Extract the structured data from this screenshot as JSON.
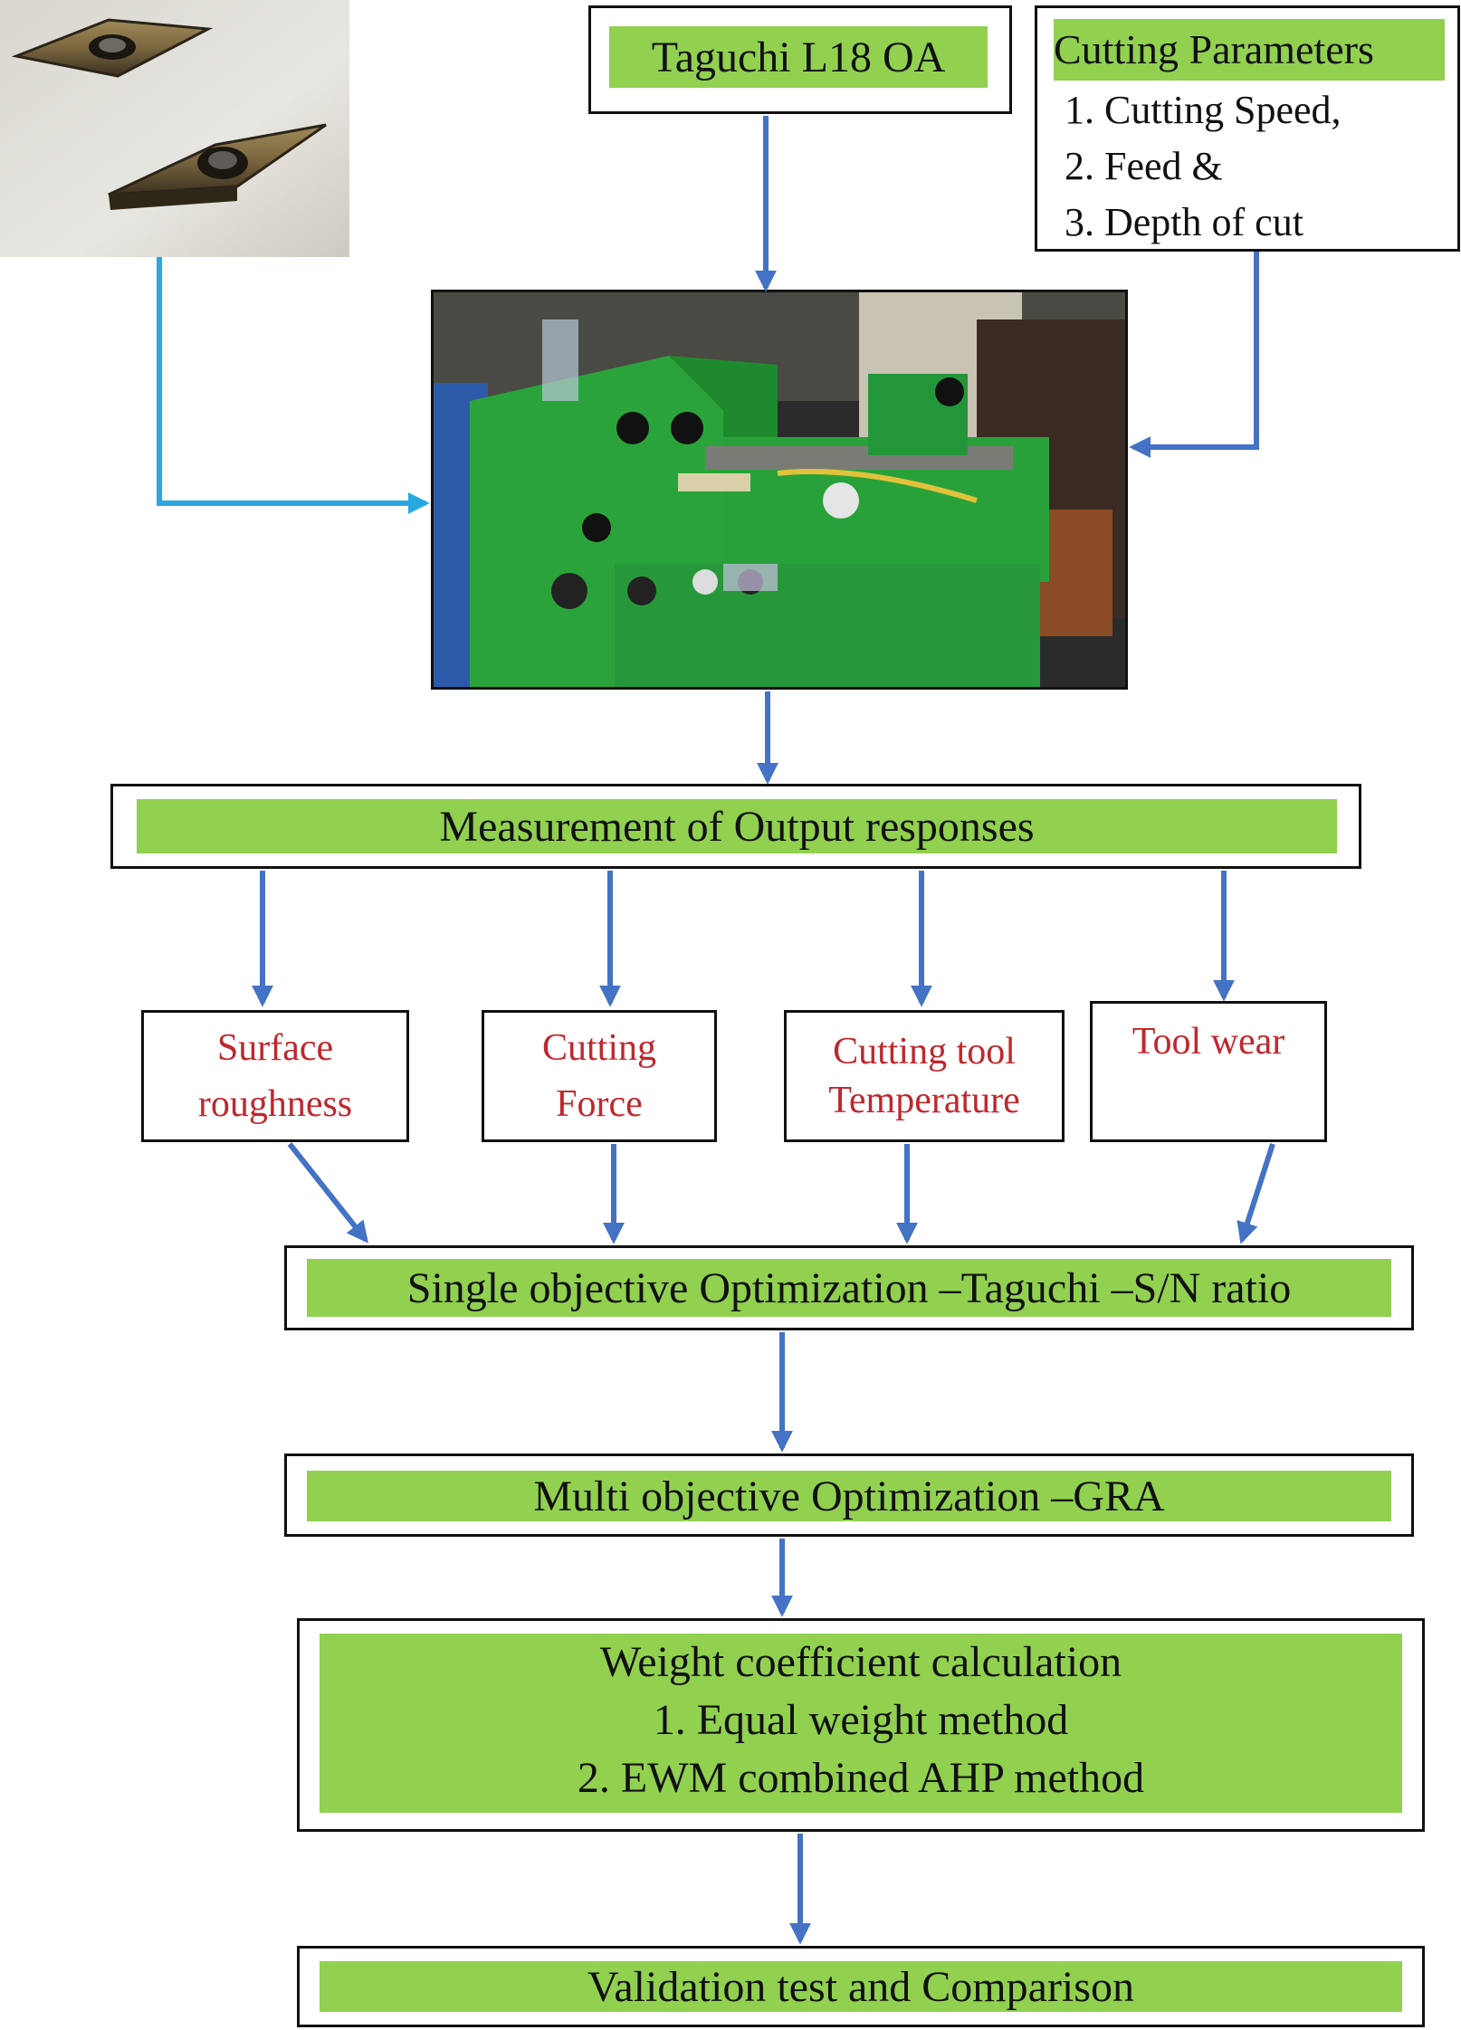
{
  "title_box": {
    "label": "Taguchi L18 OA"
  },
  "parameters": {
    "heading": "Cutting Parameters",
    "items": [
      "1. Cutting Speed,",
      "2. Feed &",
      "3. Depth of cut"
    ]
  },
  "measurement": {
    "label": "Measurement of Output responses"
  },
  "responses": [
    {
      "lines": [
        "Surface",
        "roughness"
      ]
    },
    {
      "lines": [
        "Cutting",
        "Force"
      ]
    },
    {
      "lines": [
        "Cutting tool",
        "Temperature"
      ]
    },
    {
      "lines": [
        "Tool wear"
      ]
    }
  ],
  "single_objective": {
    "label": "Single objective Optimization –Taguchi –S/N ratio"
  },
  "multi_objective": {
    "label": "Multi objective Optimization –GRA"
  },
  "weight": {
    "heading": "Weight coefficient calculation",
    "items": [
      "1. Equal weight method",
      "2. EWM combined AHP method"
    ]
  },
  "validation": {
    "label": "Validation test and Comparison"
  },
  "colors": {
    "box_fill_green": "#92d050",
    "arrow_blue": "#4472c4",
    "arrow_light_blue": "#29a8e0",
    "response_text_red": "#c0272d",
    "border": "#111111"
  }
}
